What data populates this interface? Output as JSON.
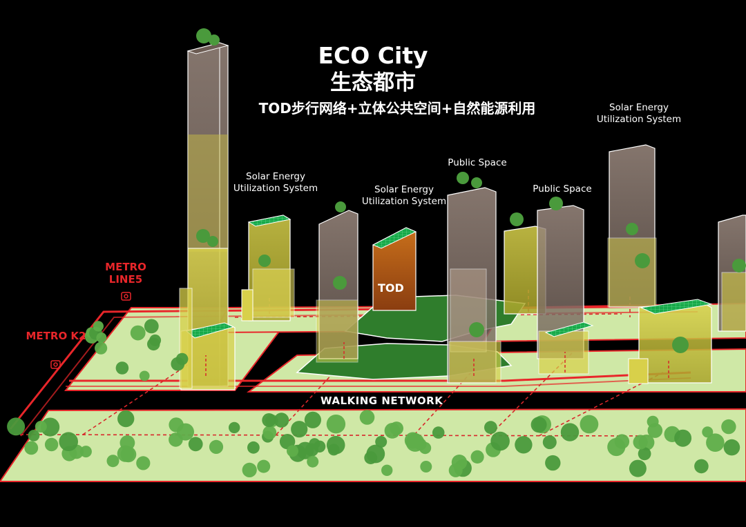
{
  "title": {
    "en": "ECO City",
    "zh": "生态都市",
    "subtitle": "TOD步行网络+立体公共空间+自然能源利用"
  },
  "labels": {
    "solar_1": "Solar Energy Utilization System",
    "solar_2": "Solar Energy Utilization System",
    "solar_3": "Solar Energy Utilization System",
    "public_1": "Public Space",
    "public_2": "Public Space",
    "tod": "TOD",
    "walking": "WALKING NETWORK"
  },
  "metro": {
    "line5": "METRO LINE5",
    "k2": "METRO K2"
  },
  "colors": {
    "background": "#000000",
    "ground_green": "#cfe8a6",
    "plaza_green": "#2f7d2c",
    "metro_red": "#e8262a",
    "tower_glass": "#8f7d72",
    "podium_yellow": "#c9c33a",
    "roof_solar": "#1fb04f",
    "tree": "#4a9a3c"
  }
}
